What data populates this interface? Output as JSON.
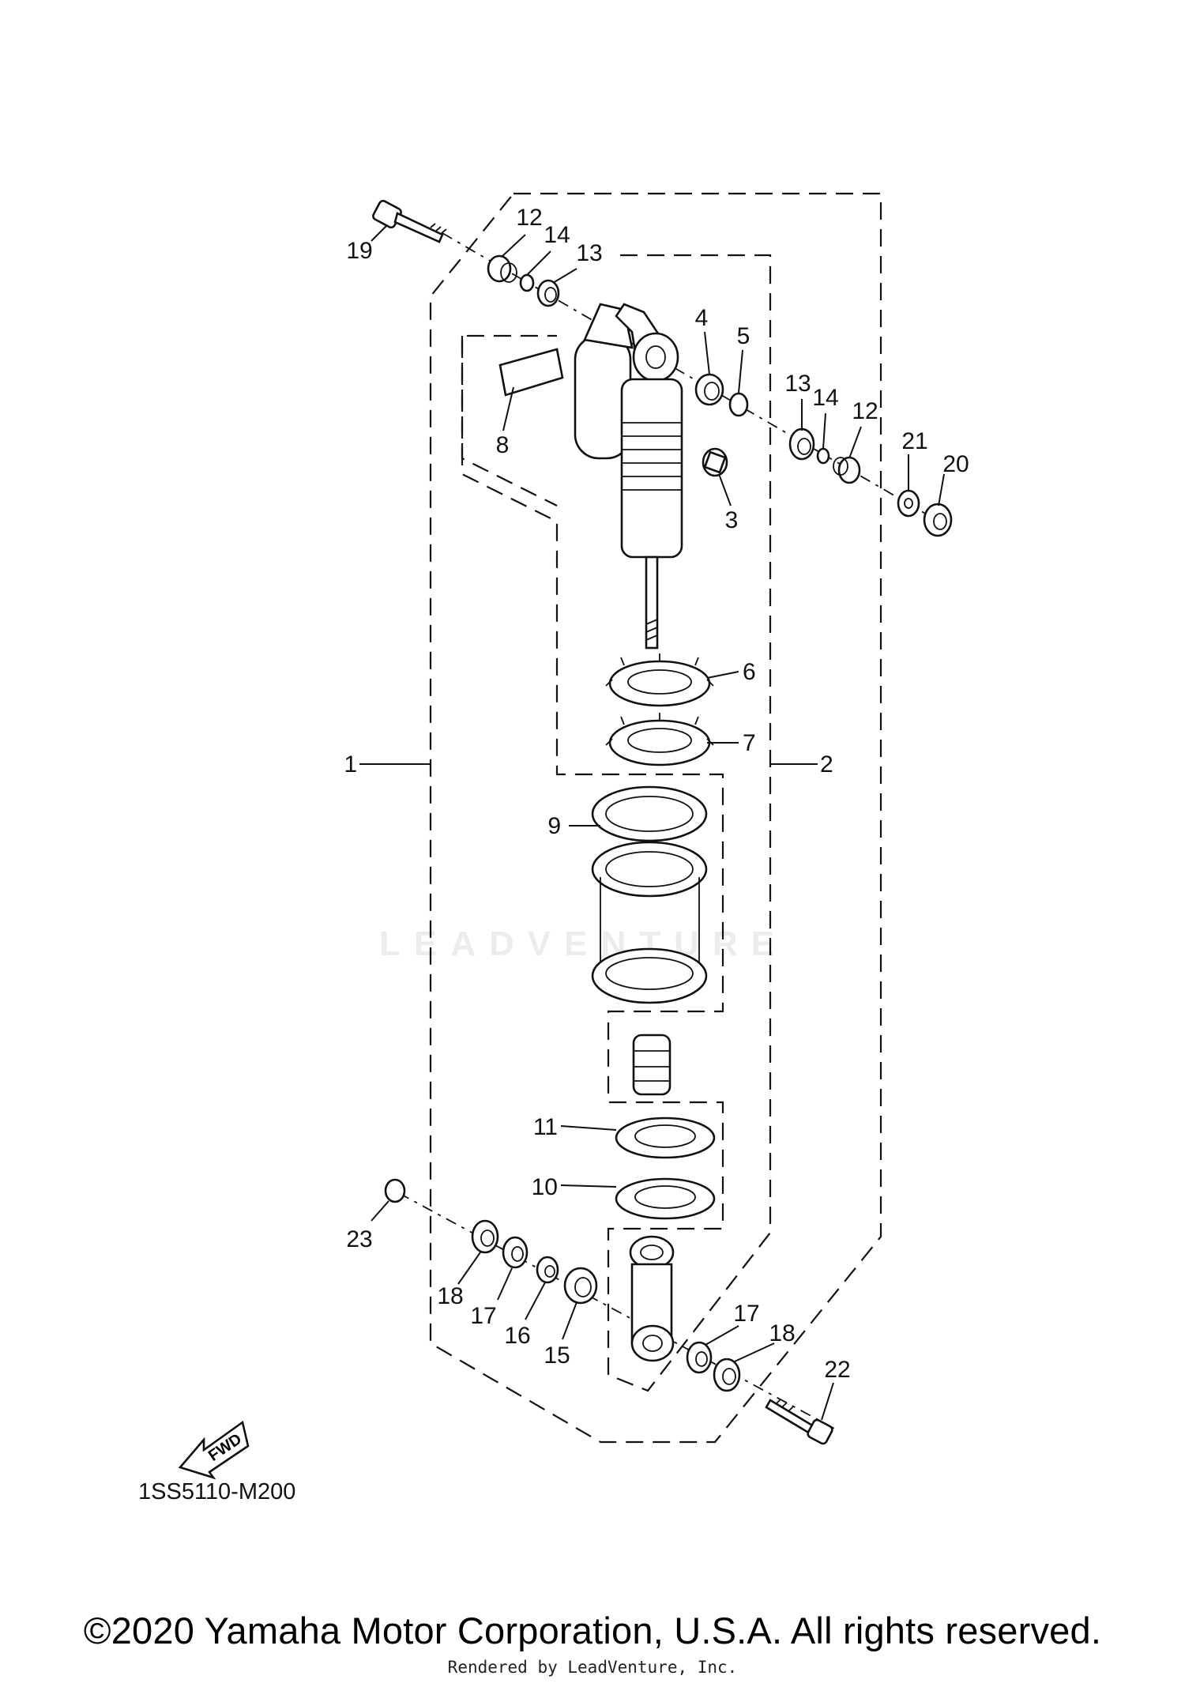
{
  "diagram": {
    "code": "1SS5110-M200",
    "fwd_label": "FWD",
    "watermark": "LEADVENTURE",
    "copyright": "©2020 Yamaha Motor Corporation, U.S.A. All rights reserved.",
    "rendered_by": "Rendered by LeadVenture, Inc.",
    "callouts": [
      "1",
      "2",
      "3",
      "4",
      "5",
      "6",
      "7",
      "8",
      "9",
      "10",
      "11",
      "12",
      "12",
      "13",
      "13",
      "14",
      "14",
      "15",
      "16",
      "17",
      "17",
      "18",
      "18",
      "19",
      "20",
      "21",
      "22",
      "23"
    ]
  }
}
